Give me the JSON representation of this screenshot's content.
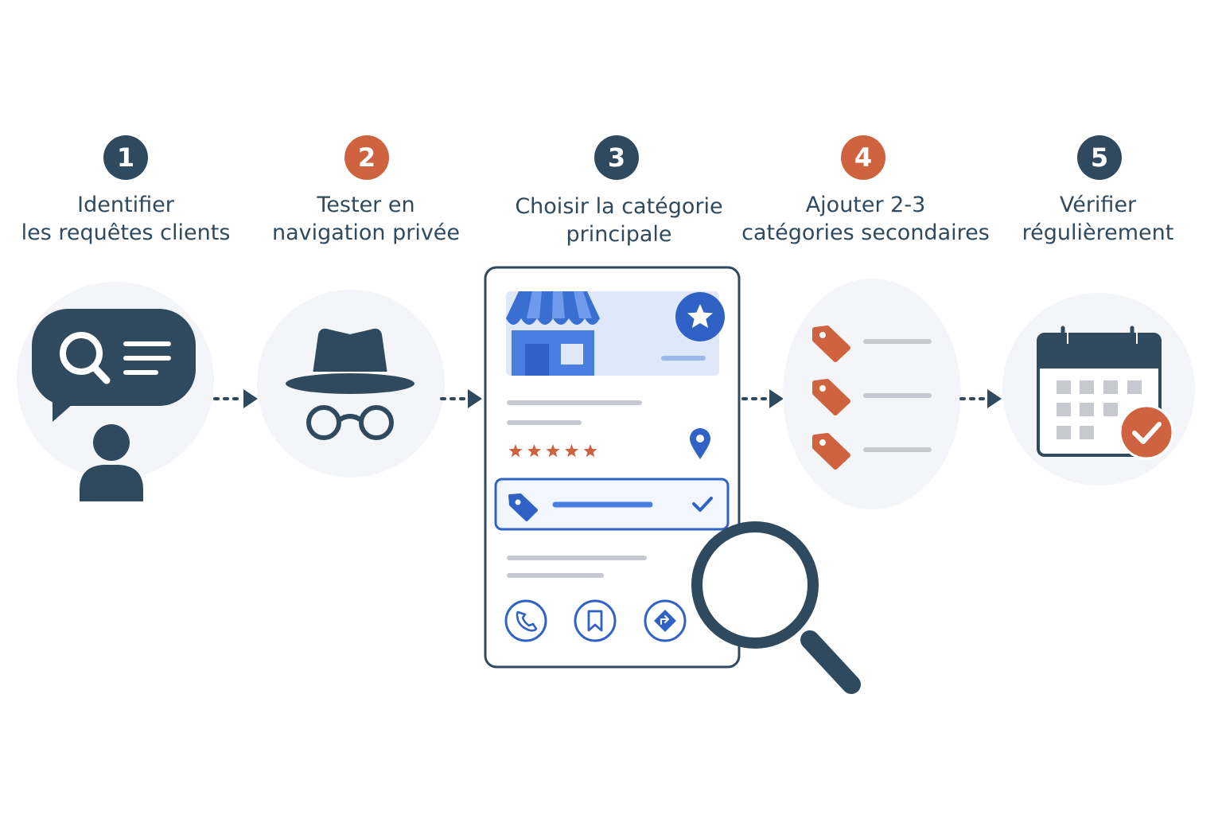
{
  "steps": [
    {
      "number": "1",
      "line1": "Identifier",
      "line2": "les requêtes clients"
    },
    {
      "number": "2",
      "line1": "Tester en",
      "line2": "navigation privée"
    },
    {
      "number": "3",
      "line1": "Choisir la catégorie",
      "line2": "principale"
    },
    {
      "number": "4",
      "line1": "Ajouter 2-3",
      "line2": "catégories secondaires"
    },
    {
      "number": "5",
      "line1": "Vérifier",
      "line2": "régulièrement"
    }
  ],
  "colors": {
    "navy": "#2f4a5f",
    "orange": "#cf633f",
    "blue": "#3a6fd2",
    "light_blue": "#dfe8fa",
    "circle_bg": "#f3f5f8",
    "gray_line": "#c6cad0"
  },
  "icons": [
    "chat-search-icon",
    "user-icon",
    "incognito-hat-icon",
    "glasses-icon",
    "store-icon",
    "star-badge-icon",
    "map-pin-icon",
    "tag-icon",
    "check-icon",
    "phone-icon",
    "bookmark-icon",
    "directions-icon",
    "magnifier-icon",
    "calendar-icon",
    "calendar-check-icon",
    "arrow-icon"
  ],
  "rating_stars": 5
}
